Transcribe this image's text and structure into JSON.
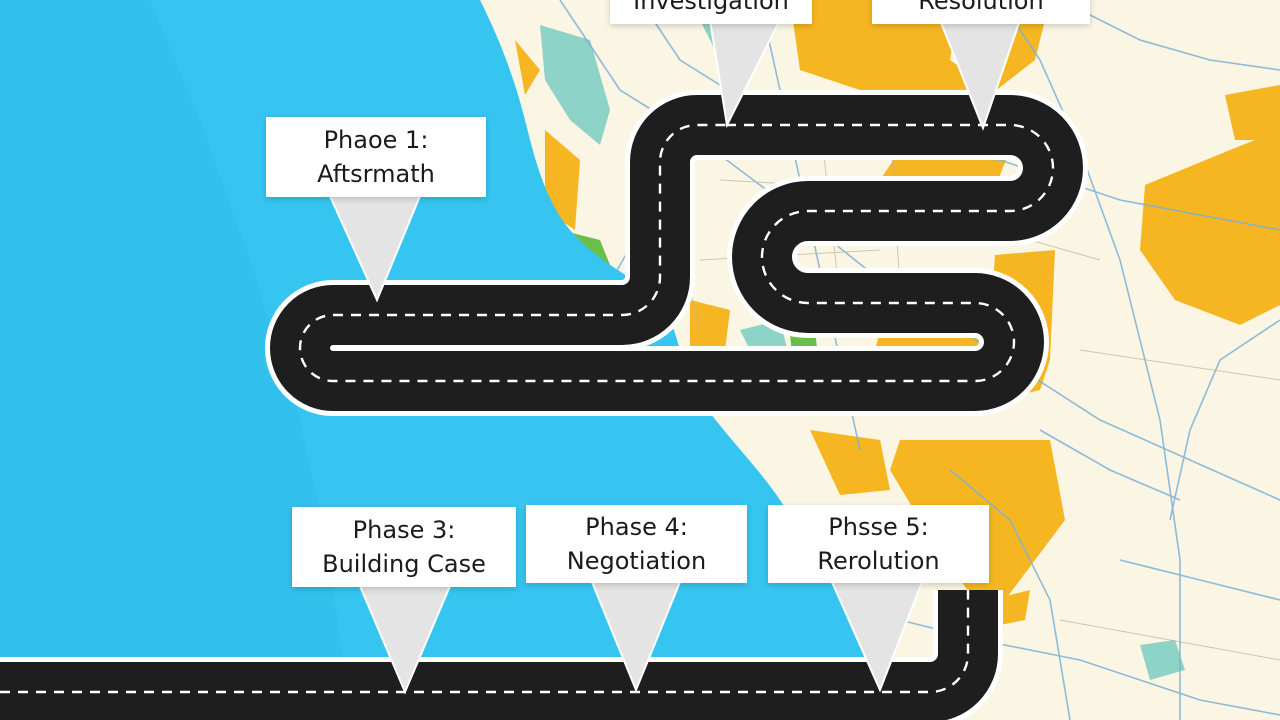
{
  "map": {
    "colors": {
      "water": "#36c5f0",
      "land": "#fbf5e4",
      "urban_yellow": "#f6b622",
      "park_green": "#6abf4b",
      "teal": "#82cfc3",
      "road_line": "#7bb1d8",
      "route": "#1e1e1e",
      "route_dash": "#ffffff"
    }
  },
  "phases": [
    {
      "line1": "Investigation",
      "line2": ""
    },
    {
      "line1": "Resolution",
      "line2": ""
    },
    {
      "line1": "Phaoe 1:",
      "line2": "Aftsrmath"
    },
    {
      "line1": "Phase 3:",
      "line2": "Building Case"
    },
    {
      "line1": "Phase 4:",
      "line2": "Negotiation"
    },
    {
      "line1": "Phsse 5:",
      "line2": "Rerolution"
    }
  ]
}
